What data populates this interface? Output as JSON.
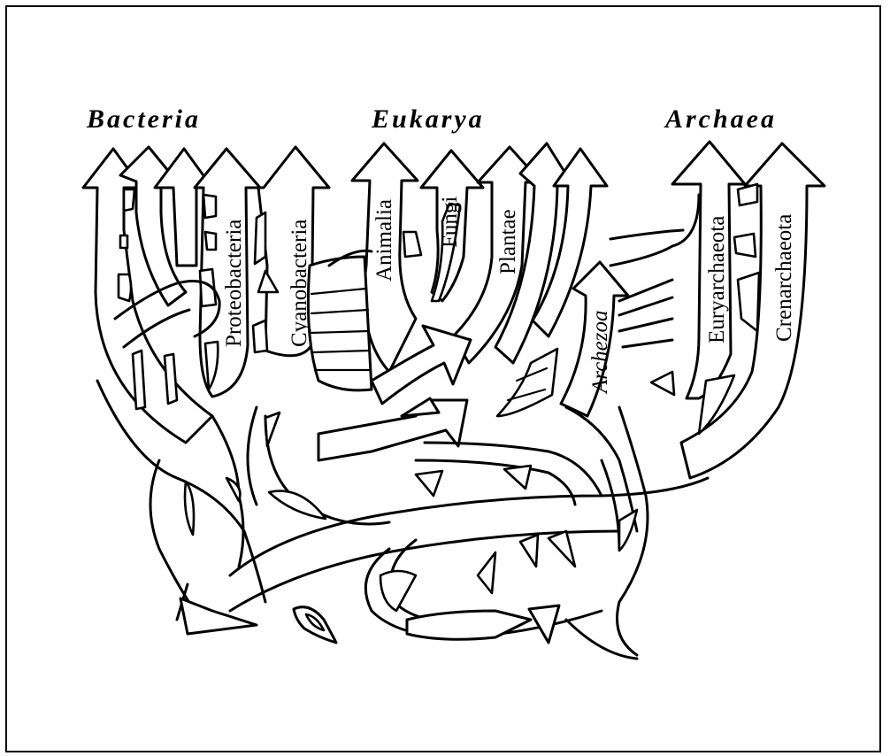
{
  "domains": {
    "bacteria": "Bacteria",
    "eukarya": "Eukarya",
    "archaea": "Archaea"
  },
  "branches": {
    "proteobacteria": "Proteobacteria",
    "cyanobacteria": "Cyanobacteria",
    "animalia": "Animalia",
    "fungi": "Fungi",
    "plantae": "Plantae",
    "archezoa": "Archezoa",
    "euryarchaeota": "Euryarchaeota",
    "crenarchaeota": "Crenarchaeota"
  }
}
